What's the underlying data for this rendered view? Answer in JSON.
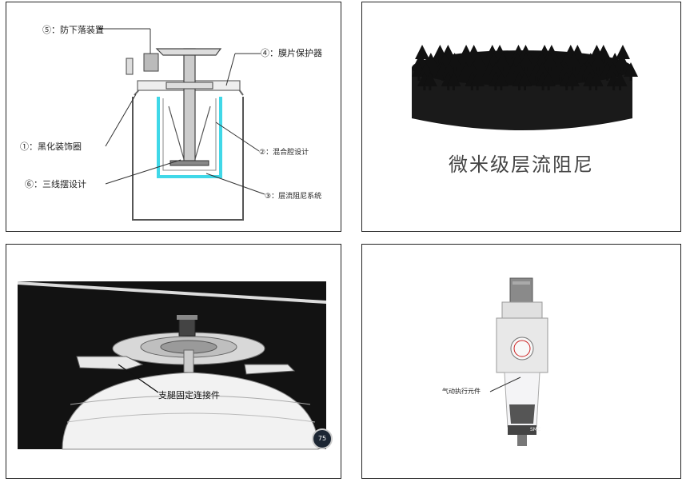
{
  "panel1": {
    "labels": {
      "anti_drop": "⑤：防下落装置",
      "membrane": "④：膜片保护器",
      "black_ring": "①：黑化装饰圈",
      "mixing": "②：混合腔设计",
      "pendulum": "⑥：三线摆设计",
      "laminar": "③：层流阻尼系统"
    }
  },
  "panel2": {
    "title": "微米级层流阻尼"
  },
  "panel3": {
    "label": "支腿固定连接件",
    "badge": "75"
  },
  "panel4": {
    "label": "气动执行元件",
    "brand": "SMC"
  },
  "colors": {
    "cyan_chamber": "#40d8e8",
    "frame": "#222222",
    "dark_bg": "#121212"
  }
}
